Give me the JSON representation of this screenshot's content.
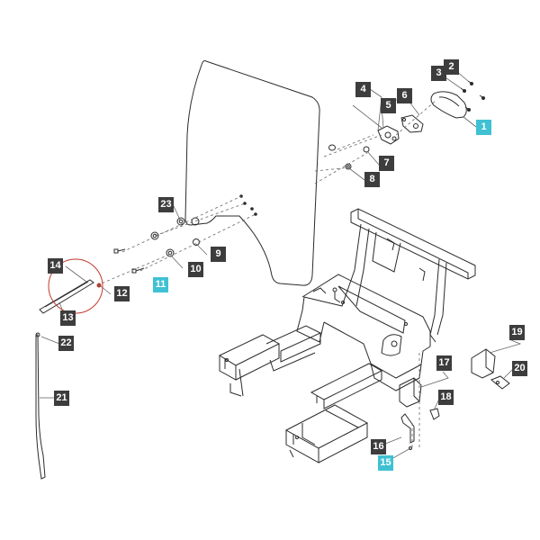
{
  "diagram": {
    "colors": {
      "line": "#2b2b2b",
      "leader": "#666666",
      "callout_dark": "#3d3d3d",
      "callout_highlight": "#3fc1d3",
      "highlight_circle": "#c0392b",
      "callout_text": "#ffffff"
    },
    "callouts": [
      {
        "label": "1",
        "highlighted": true
      },
      {
        "label": "2",
        "highlighted": false
      },
      {
        "label": "3",
        "highlighted": false
      },
      {
        "label": "4",
        "highlighted": false
      },
      {
        "label": "5",
        "highlighted": false
      },
      {
        "label": "6",
        "highlighted": false
      },
      {
        "label": "7",
        "highlighted": false
      },
      {
        "label": "8",
        "highlighted": false
      },
      {
        "label": "9",
        "highlighted": false
      },
      {
        "label": "10",
        "highlighted": false
      },
      {
        "label": "11",
        "highlighted": true
      },
      {
        "label": "12",
        "highlighted": false
      },
      {
        "label": "13",
        "highlighted": false
      },
      {
        "label": "14",
        "highlighted": false
      },
      {
        "label": "15",
        "highlighted": true
      },
      {
        "label": "16",
        "highlighted": false
      },
      {
        "label": "17",
        "highlighted": false
      },
      {
        "label": "18",
        "highlighted": false
      },
      {
        "label": "19",
        "highlighted": false
      },
      {
        "label": "20",
        "highlighted": false
      },
      {
        "label": "21",
        "highlighted": false
      },
      {
        "label": "22",
        "highlighted": false
      },
      {
        "label": "23",
        "highlighted": false
      }
    ]
  }
}
